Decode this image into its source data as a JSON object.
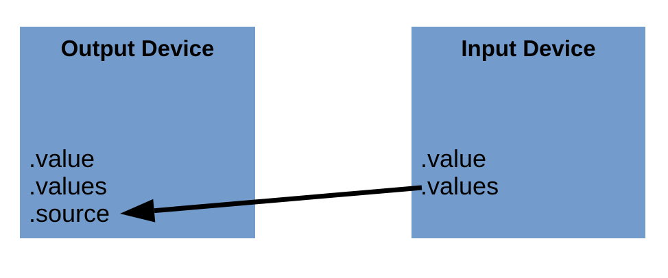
{
  "diagram": {
    "title": "",
    "background_color": "#FFFFFF",
    "box_fill_color": "#739CCC",
    "text_color": "#000000",
    "boxes": [
      {
        "id": "output-device",
        "title": "Output Device",
        "properties": [
          ".value",
          ".values",
          ".source"
        ]
      },
      {
        "id": "input-device",
        "title": "Input Device",
        "properties": [
          ".value",
          ".values"
        ]
      }
    ],
    "arrow": {
      "from": "input-device .values",
      "to": "output-device .source",
      "direction": "right-to-left",
      "color": "#000000"
    }
  }
}
